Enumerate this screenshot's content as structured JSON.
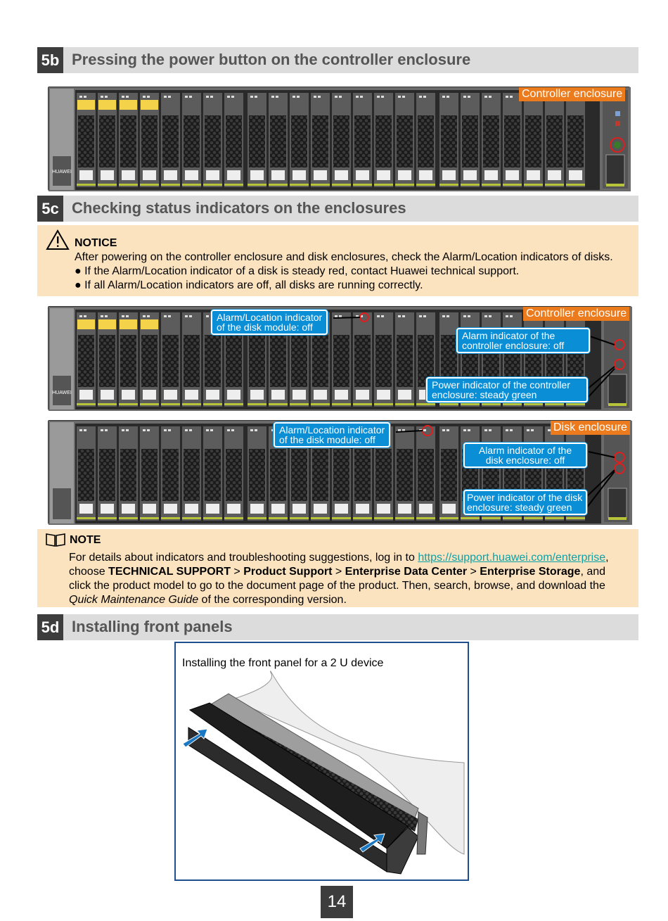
{
  "sections": {
    "s5b": {
      "num": "5b",
      "title": "Pressing the power button on the controller enclosure"
    },
    "s5c": {
      "num": "5c",
      "title": "Checking status indicators on the enclosures"
    },
    "s5d": {
      "num": "5d",
      "title": "Installing front panels"
    }
  },
  "figure_5b": {
    "tag": "Controller enclosure",
    "logo": "HUAWEI"
  },
  "notice": {
    "heading": "NOTICE",
    "intro": "After powering on the controller enclosure and disk enclosures, check the Alarm/Location indicators of disks.",
    "bullet1": "If the Alarm/Location indicator of a disk is steady red, contact Huawei technical support.",
    "bullet2": "If all Alarm/Location indicators are off, all disks are running correctly."
  },
  "figure_ctrl": {
    "tag": "Controller enclosure",
    "call_disk_1": "Alarm/Location indicator",
    "call_disk_2": "of the disk module: off",
    "call_alarm_1": "Alarm indicator of the",
    "call_alarm_2": "controller enclosure: off",
    "call_power_1": "Power indicator of the controller",
    "call_power_2": "enclosure: steady green"
  },
  "figure_disk": {
    "tag": "Disk enclosure",
    "call_disk_1": "Alarm/Location indicator",
    "call_disk_2": "of the disk module: off",
    "call_alarm_1": "Alarm indicator of the",
    "call_alarm_2": "disk enclosure: off",
    "call_power_1": "Power indicator of the disk",
    "call_power_2": "enclosure: steady green"
  },
  "note": {
    "heading": "NOTE",
    "l1_pre": "For details about indicators and troubleshooting suggestions, log in to ",
    "l1_link": "https://support.huawei.com/enterprise",
    "l1_post": ",",
    "l2_a": "choose ",
    "l2_b": "TECHNICAL SUPPORT",
    "l2_c": " > ",
    "l2_d": "Product Support",
    "l2_e": " > ",
    "l2_f": "Enterprise Data Center",
    "l2_g": " > ",
    "l2_h": "Enterprise Storage",
    "l2_i": ", and",
    "l3": "click the product model to go to the document page of the product. Then, search, browse, and download the",
    "l4_italic": "Quick Maintenance Guide",
    "l4_post": " of the corresponding version."
  },
  "figure_5d": {
    "caption": "Installing the front panel for a 2 U device"
  },
  "page_number": "14",
  "colors": {
    "orange": "#ec7b1e",
    "callout_blue": "#0a8ed6",
    "notice_bg": "#fbe3c0",
    "link": "#0aa2a8",
    "head_bg": "#dcdcdc",
    "num_bg": "#3d3d3d"
  }
}
